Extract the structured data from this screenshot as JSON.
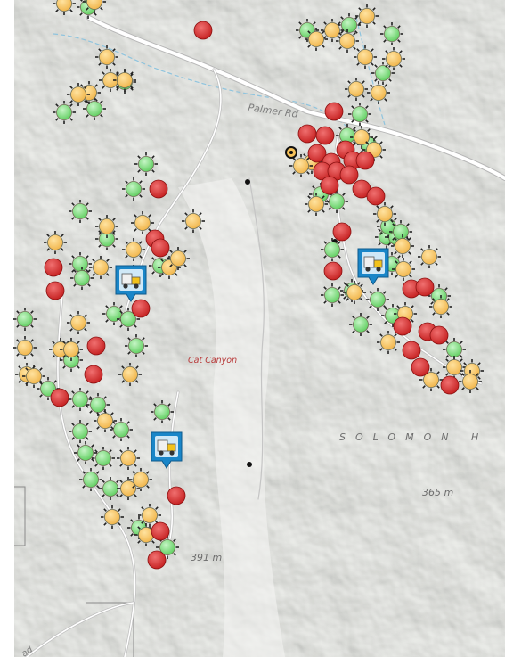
{
  "map": {
    "labels": {
      "road": "Palmer Rd",
      "canyon": "Cat Canyon",
      "hills": "SOLOMON H",
      "elev_a": "365 m",
      "elev_b": "391 m",
      "edge": "ad"
    },
    "colors": {
      "red": "#d92b2b",
      "yellow": "#f7c35a",
      "green": "#7bdc7b",
      "truck_blue": "#1a86c8",
      "terrain": "#e9ebe5",
      "road": "#ffffff",
      "label_red": "#b83a3a"
    },
    "legend_icons": [
      "well-marker-red-icon",
      "well-marker-yellow-icon",
      "well-marker-green-icon",
      "truck-marker-icon"
    ]
  }
}
